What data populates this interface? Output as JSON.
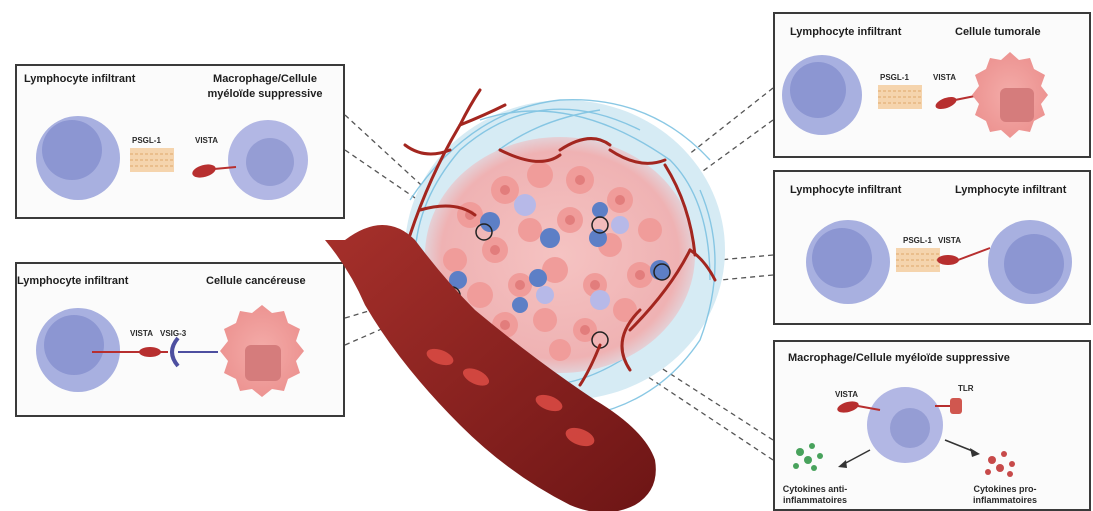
{
  "panels": {
    "top_left": {
      "left_title": "Lymphocyte infiltrant",
      "right_title_line1": "Macrophage/Cellule",
      "right_title_line2": "myéloïde suppressive",
      "ligand": "PSGL-1",
      "receptor": "VISTA"
    },
    "bottom_left": {
      "left_title": "Lymphocyte infiltrant",
      "right_title": "Cellule cancéreuse",
      "receptor1": "VISTA",
      "receptor2": "VSIG-3"
    },
    "top_right": {
      "left_title": "Lymphocyte infiltrant",
      "right_title": "Cellule tumorale",
      "ligand": "PSGL-1",
      "receptor": "VISTA"
    },
    "middle_right": {
      "left_title": "Lymphocyte infiltrant",
      "right_title": "Lymphocyte infiltrant",
      "ligand": "PSGL-1",
      "receptor": "VISTA"
    },
    "bottom_right": {
      "title": "Macrophage/Cellule myéloïde suppressive",
      "receptor_left": "VISTA",
      "receptor_right": "TLR",
      "out_left_line1": "Cytokines anti-",
      "out_left_line2": "inflammatoires",
      "out_right_line1": "Cytokines pro-",
      "out_right_line2": "inflammatoires"
    }
  },
  "colors": {
    "lymphocyte": "#8f9bd6",
    "lymphocyte_nucleus": "#7b84c8",
    "myeloid": "#a8aee0",
    "tumor_cell": "#ee9a98",
    "tumor_nucleus": "#d87b7b",
    "vessel": "#8f1f1f",
    "blood_cell": "#c9463f",
    "psgl1": "#f1c79a",
    "vista": "#b72f2f",
    "border": "#3a3a3a"
  }
}
